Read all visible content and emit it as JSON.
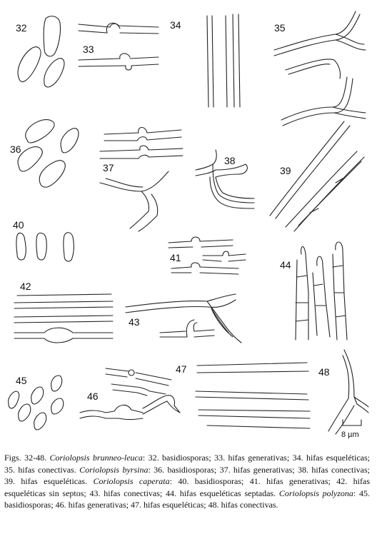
{
  "panels": [
    {
      "id": "32",
      "label": "32"
    },
    {
      "id": "33",
      "label": "33"
    },
    {
      "id": "34",
      "label": "34"
    },
    {
      "id": "35",
      "label": "35"
    },
    {
      "id": "36",
      "label": "36"
    },
    {
      "id": "37",
      "label": "37"
    },
    {
      "id": "38",
      "label": "38"
    },
    {
      "id": "39",
      "label": "39"
    },
    {
      "id": "40",
      "label": "40"
    },
    {
      "id": "41",
      "label": "41"
    },
    {
      "id": "42",
      "label": "42"
    },
    {
      "id": "43",
      "label": "43"
    },
    {
      "id": "44",
      "label": "44"
    },
    {
      "id": "45",
      "label": "45"
    },
    {
      "id": "46",
      "label": "46"
    },
    {
      "id": "47",
      "label": "47"
    },
    {
      "id": "48",
      "label": "48"
    }
  ],
  "scale_bar": {
    "label": "8 µm"
  },
  "caption": {
    "lead": "Figs. 32-48.",
    "segments": [
      {
        "species": "Coriolopsis brunneo-leuca",
        "text": ": 32. basidiosporas; 33. hifas generativas; 34. hifas esqueléticas; 35. hifas conectivas."
      },
      {
        "species": "Coriolopsis byrsina",
        "text": ": 36. basidiosporas; 37. hifas generativas; 38. hifas conectivas; 39. hifas esqueléticas."
      },
      {
        "species": "Coriolopsis caperata",
        "text": ": 40. basidiosporas; 41. hifas generativas; 42. hifas esqueléticas sin septos; 43. hifas conectivas; 44. hifas esqueléticas septadas."
      },
      {
        "species": "Coriolopsis polyzona",
        "text": ": 45. basidiosporas; 46. hifas generativas; 47. hifas esqueléticas; 48. hifas conectivas."
      }
    ]
  }
}
